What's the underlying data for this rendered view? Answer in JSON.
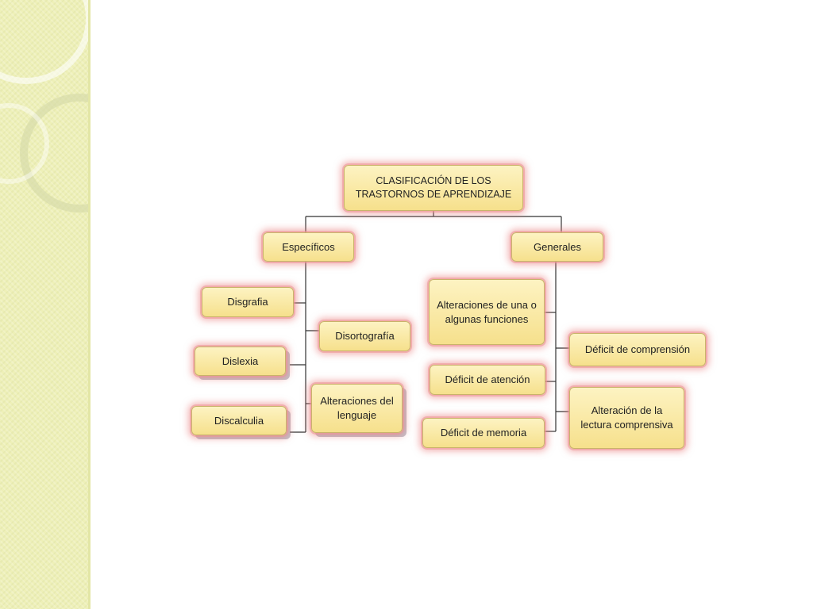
{
  "diagram": {
    "root": "CLASIFICACIÓN DE LOS TRASTORNOS DE APRENDIZAJE",
    "especificos": {
      "label": "Específicos",
      "items": [
        "Disgrafia",
        "Disortografía",
        "Dislexia",
        "Alteraciones del lenguaje",
        "Discalculia"
      ]
    },
    "generales": {
      "label": "Generales",
      "items": [
        "Alteraciones de una o algunas funciones",
        "Déficit de comprensión",
        "Déficit de atención",
        "Alteración de la lectura comprensiva",
        "Déficit de memoria"
      ]
    }
  },
  "colors": {
    "node_fill_top": "#fdf3c2",
    "node_fill_bottom": "#f6e08c",
    "node_glow": "#e87878",
    "connector": "#333333",
    "side_band": "#eef0b8"
  }
}
